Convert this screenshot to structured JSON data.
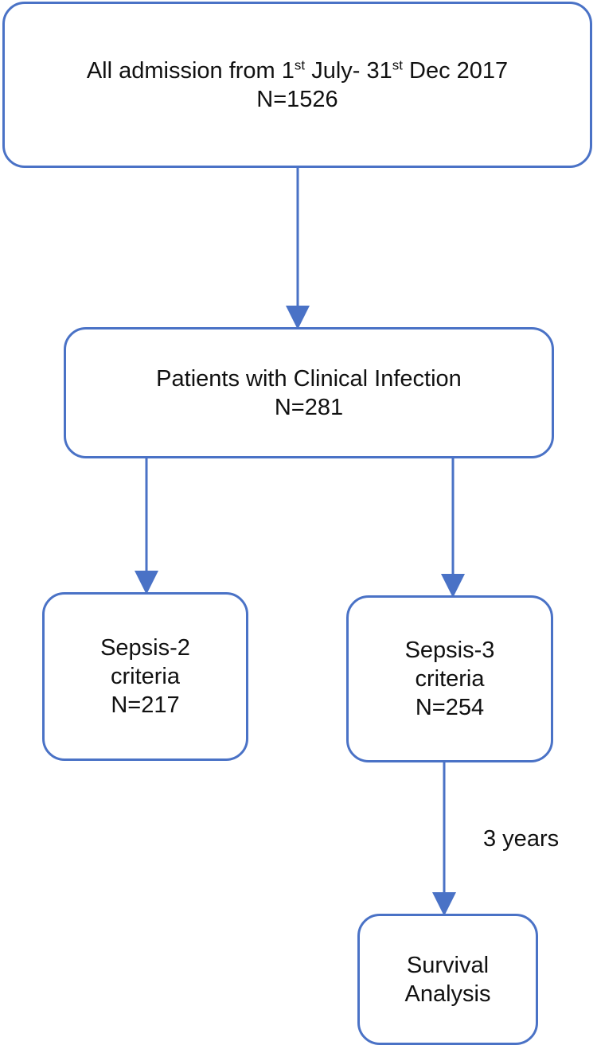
{
  "flowchart": {
    "accent_color": "#4a72c6",
    "nodes": {
      "all_admission": {
        "line1_prefix": "All admission from 1",
        "line1_sup1": "st",
        "line1_middle": " July- 31",
        "line1_sup2": "st",
        "line1_suffix": " Dec 2017",
        "line2": "N=1526"
      },
      "clinical_infection": {
        "line1": "Patients with Clinical Infection",
        "line2": "N=281"
      },
      "sepsis2": {
        "line1": "Sepsis-2",
        "line2": "criteria",
        "line3": "N=217"
      },
      "sepsis3": {
        "line1": "Sepsis-3",
        "line2": "criteria",
        "line3": "N=254"
      },
      "survival": {
        "line1": "Survival",
        "line2": "Analysis"
      }
    },
    "edge_labels": {
      "three_years": "3 years"
    }
  }
}
